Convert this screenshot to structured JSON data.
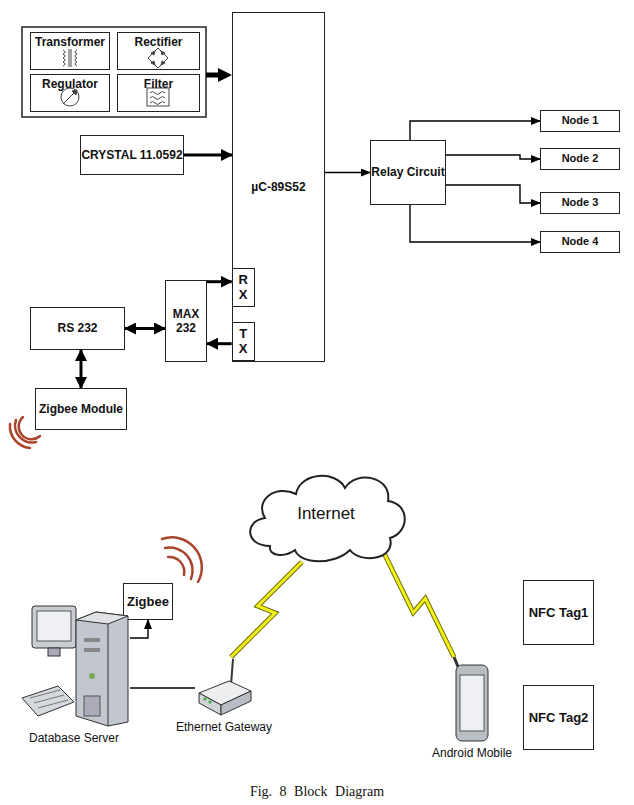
{
  "diagram": {
    "caption": "Fig. 8 Block Diagram",
    "nodes": [
      {
        "text": [
          "Transformer"
        ]
      },
      {
        "text": [
          "Rectifier"
        ]
      },
      {
        "text": [
          "Regulator"
        ]
      },
      {
        "text": [
          "Filter"
        ]
      },
      {
        "text": [
          "CRYSTAL 11.0592"
        ]
      },
      {
        "text": [
          "µC-89S52"
        ]
      },
      {
        "text": [
          "R X"
        ],
        "in": 5
      },
      {
        "text": [
          "T X"
        ],
        "in": 5
      },
      {
        "text": [
          "MAX 232"
        ]
      },
      {
        "text": [
          "RS 232"
        ]
      },
      {
        "text": [
          "Zigbee Module"
        ]
      },
      {
        "text": [
          "Relay Circuit"
        ]
      },
      {
        "text": [
          "Node 1"
        ]
      },
      {
        "text": [
          "Node 2"
        ]
      },
      {
        "text": [
          "Node 3"
        ]
      },
      {
        "text": [
          "Node 4"
        ]
      },
      {
        "text": [
          "Internet"
        ]
      },
      {
        "text": [
          "Zigbee"
        ]
      },
      {
        "text": [
          "NFC Tag1"
        ]
      },
      {
        "text": [
          "NFC Tag2"
        ]
      },
      {
        "text": [
          "Database Server"
        ]
      },
      {
        "text": [
          "Ethernet Gateway"
        ]
      },
      {
        "text": [
          "Android Mobile"
        ]
      }
    ],
    "edges": [
      {
        "from": 4,
        "to": 5,
        "arrow": "to"
      },
      {
        "from": 5,
        "to": 11,
        "arrow": "to"
      },
      {
        "from": 11,
        "to": 12,
        "arrow": "to"
      },
      {
        "from": 11,
        "to": 13,
        "arrow": "to"
      },
      {
        "from": 11,
        "to": 14,
        "arrow": "to"
      },
      {
        "from": 11,
        "to": 15,
        "arrow": "to"
      },
      {
        "from": 8,
        "to": 6,
        "arrow": "to"
      },
      {
        "from": 7,
        "to": 8,
        "arrow": "to"
      },
      {
        "from": 9,
        "to": 8,
        "arrow": "both"
      },
      {
        "from": 9,
        "to": 10,
        "arrow": "both"
      },
      {
        "from": 20,
        "to": 17,
        "arrow": "to"
      },
      {
        "from": 20,
        "to": 21,
        "arrow": "none"
      },
      {
        "from": 21,
        "to": 16,
        "arrow": "none"
      },
      {
        "from": 16,
        "to": 22,
        "arrow": "none"
      }
    ]
  }
}
